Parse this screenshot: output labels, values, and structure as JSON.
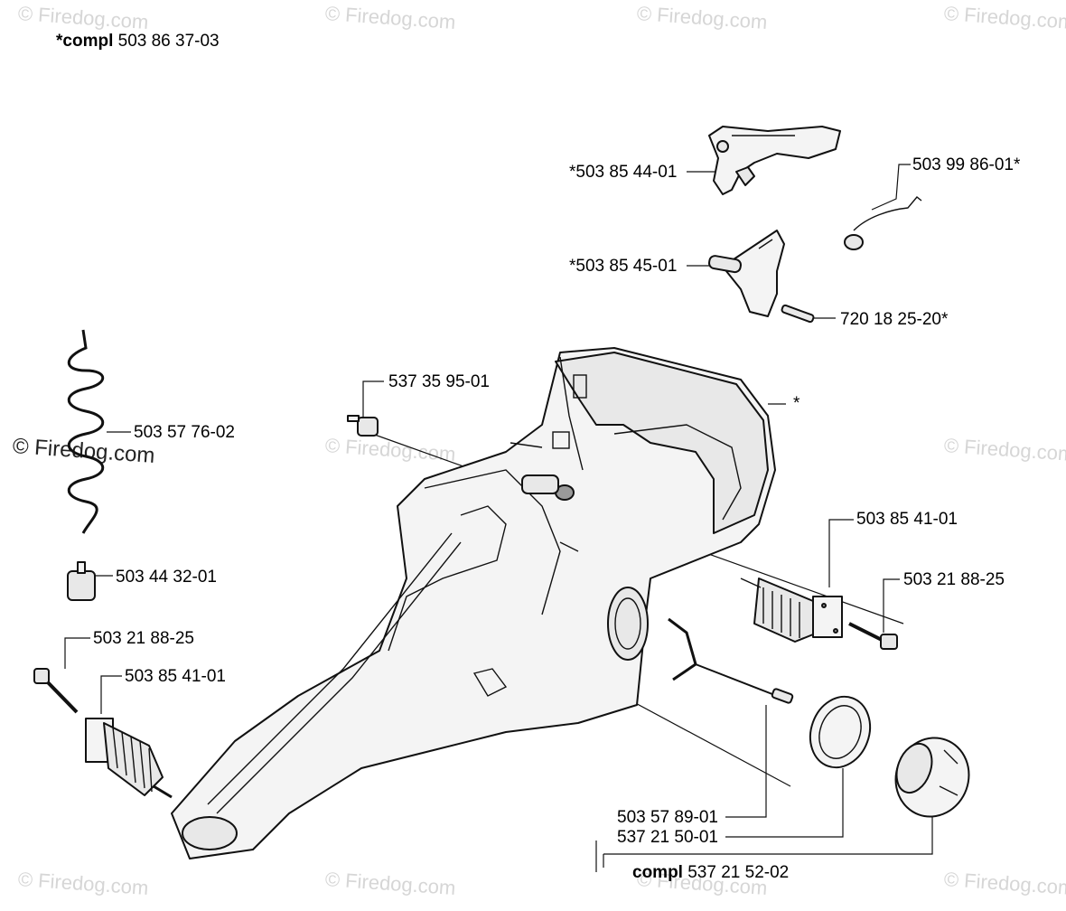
{
  "header": {
    "prefix": "*compl",
    "number": "503 86 37-03"
  },
  "labels": {
    "p1": "*503 85 44-01",
    "p2": "503 99 86-01*",
    "p3": "*503 85 45-01",
    "p4": "720 18 25-20*",
    "p5": "537 35 95-01",
    "p6": "*",
    "p7": "503 57 76-02",
    "p8": "503 44 32-01",
    "p9": "503 85 41-01",
    "p10": "503 21 88-25",
    "p11": "503 21 88-25",
    "p12": "503 85 41-01",
    "p13": "503 57 89-01",
    "p14": "537 21 50-01",
    "p15_prefix": "compl",
    "p15_number": "537 21 52-02"
  },
  "watermark": {
    "text": "© Firedog.com"
  }
}
